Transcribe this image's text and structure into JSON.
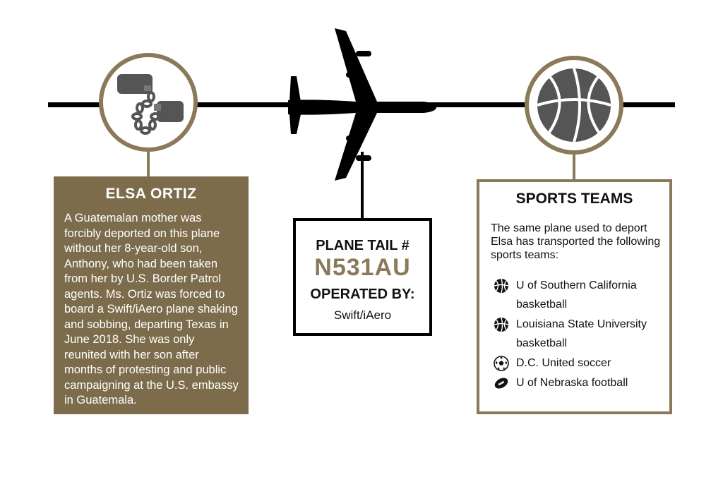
{
  "left_card": {
    "title": "ELSA ORTIZ",
    "body": "A Guatemalan mother was forcibly deported on this plane without her 8-year-old son, Anthony, who had been taken from her by U.S. Border Patrol agents. Ms. Ortiz was forced to board a Swift/iAero plane shaking and sobbing, departing Texas in June 2018. She was only reunited with her son after months of protesting and public campaigning at the U.S. embassy in Guatemala.",
    "icon": "handcuffs-icon"
  },
  "center_card": {
    "tail_label": "PLANE TAIL #",
    "tail_number": "N531AU",
    "operated_label": "OPERATED BY:",
    "operator": "Swift/iAero",
    "icon": "airplane-icon"
  },
  "right_card": {
    "title": "SPORTS TEAMS",
    "intro": "The same plane used to deport Elsa has transported the following sports teams:",
    "icon": "basketball-icon",
    "teams": [
      {
        "label": "U of Southern California basketball",
        "icon": "basketball-icon"
      },
      {
        "label": "Louisiana State University basketball",
        "icon": "basketball-icon"
      },
      {
        "label": "D.C. United soccer",
        "icon": "soccer-ball-icon"
      },
      {
        "label": "U of Nebraska football",
        "icon": "football-icon"
      }
    ]
  },
  "colors": {
    "accent_gold": "#8a7a5a",
    "left_card_bg": "#7c6c4b",
    "line": "#000000",
    "icon_gray": "#555555"
  }
}
